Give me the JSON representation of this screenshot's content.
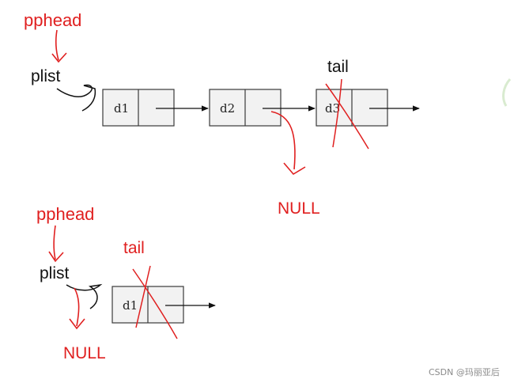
{
  "colors": {
    "annotation": "#e02020",
    "node_fill": "#f2f2f2",
    "node_stroke": "#3a3a3a",
    "text": "#111111",
    "background": "#ffffff"
  },
  "top": {
    "pphead_label": "pphead",
    "plist_label": "plist",
    "tail_label": "tail",
    "null_label": "NULL",
    "nodes": [
      "d1",
      "d2",
      "d3"
    ]
  },
  "bottom": {
    "pphead_label": "pphead",
    "plist_label": "plist",
    "tail_label": "tail",
    "null_label": "NULL",
    "nodes": [
      "d1"
    ]
  },
  "watermark": "CSDN @玛丽亚后"
}
